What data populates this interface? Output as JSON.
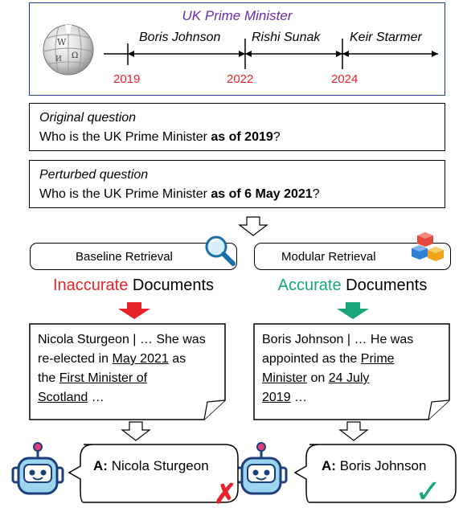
{
  "timeline": {
    "title": "UK Prime Minister",
    "ministers": [
      "Boris Johnson",
      "Rishi Sunak",
      "Keir Starmer"
    ],
    "years": [
      "2019",
      "2022",
      "2024"
    ]
  },
  "original": {
    "label": "Original question",
    "text_prefix": "Who is the UK Prime Minister ",
    "text_bold": "as of 2019",
    "text_suffix": "?"
  },
  "perturbed": {
    "label": "Perturbed question",
    "text_prefix": "Who is the UK Prime Minister ",
    "text_bold": "as of 6 May 2021",
    "text_suffix": "?"
  },
  "baseline": {
    "label": "Baseline Retrieval",
    "quality_word": "Inaccurate",
    "docs_word": "Documents",
    "doc_lines": [
      [
        {
          "t": "Nicola Sturgeon | … She was",
          "u": false
        }
      ],
      [
        {
          "t": "re-elected in ",
          "u": false
        },
        {
          "t": "May 2021",
          "u": true
        },
        {
          "t": " as",
          "u": false
        }
      ],
      [
        {
          "t": "the ",
          "u": false
        },
        {
          "t": "First Minister of",
          "u": true
        }
      ],
      [
        {
          "t": "Scotland",
          "u": true
        },
        {
          "t": " …",
          "u": false
        }
      ]
    ],
    "answer_prefix": "A:",
    "answer": "Nicola Sturgeon",
    "verdict_icon": "✗"
  },
  "modular": {
    "label": "Modular Retrieval",
    "quality_word": "Accurate",
    "docs_word": "Documents",
    "doc_lines": [
      [
        {
          "t": "Boris Johnson | … He was",
          "u": false
        }
      ],
      [
        {
          "t": "appointed as the ",
          "u": false
        },
        {
          "t": "Prime",
          "u": true
        }
      ],
      [
        {
          "t": "Minister",
          "u": true
        },
        {
          "t": " on ",
          "u": false
        },
        {
          "t": "24 July",
          "u": true
        }
      ],
      [
        {
          "t": "2019",
          "u": true
        },
        {
          "t": " …",
          "u": false
        }
      ]
    ],
    "answer_prefix": "A:",
    "answer": "Boris Johnson",
    "verdict_icon": "✓"
  },
  "icons": {
    "logo": "wikipedia-globe-icon",
    "search": "magnifier-icon",
    "modules": "cubes-icon",
    "robot": "robot-icon"
  },
  "colors": {
    "inaccurate": "#e8222a",
    "accurate": "#17a67a",
    "title": "#6a2ca8",
    "year": "#e8222a",
    "frame": "#1f3a93"
  }
}
